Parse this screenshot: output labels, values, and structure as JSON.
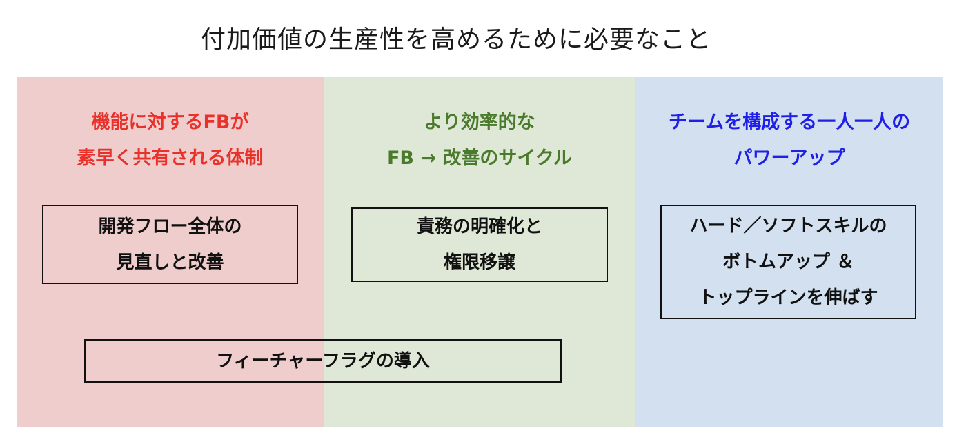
{
  "title": "付加価値の生産性を高めるために必要なこと",
  "colors": {
    "red_bg": "#efcdcd",
    "green_bg": "#dfe8d6",
    "blue_bg": "#d3e0ef",
    "red_text": "#e8312a",
    "green_text": "#4a7a2c",
    "blue_text": "#1f1fe8"
  },
  "columns": [
    {
      "heading_lines": [
        "機能に対するFBが",
        "素早く共有される体制"
      ]
    },
    {
      "heading_lines": [
        "より効率的な",
        "FB → 改善のサイクル"
      ]
    },
    {
      "heading_lines": [
        "チームを構成する一人一人の",
        "パワーアップ"
      ]
    }
  ],
  "boxes": {
    "dev_flow": [
      "開発フロー全体の",
      "見直しと改善"
    ],
    "responsibility": [
      "責務の明確化と",
      "権限移譲"
    ],
    "skills": [
      "ハード／ソフトスキルの",
      "ボトムアップ ＆",
      "トップラインを伸ばす"
    ],
    "feature_flag": [
      "フィーチャーフラグの導入"
    ]
  }
}
